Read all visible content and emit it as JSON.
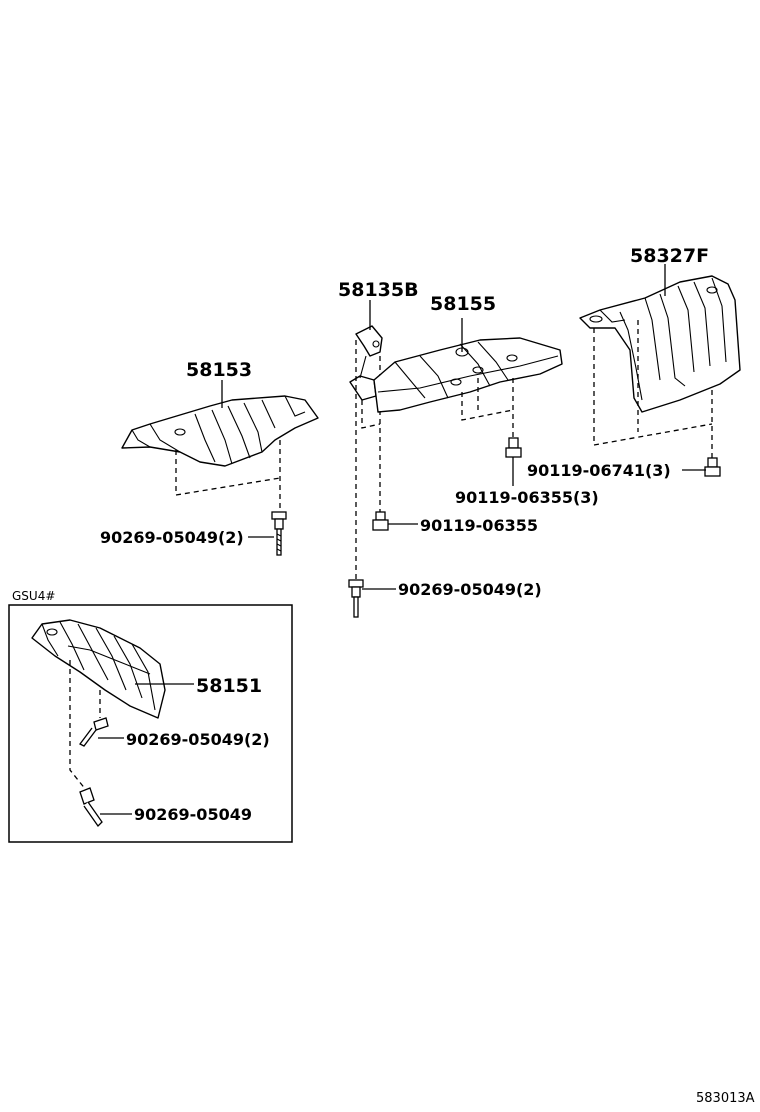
{
  "parts": {
    "p58153": "58153",
    "p58135b": "58135B",
    "p58155": "58155",
    "p58327f": "58327F",
    "p58151": "58151"
  },
  "fasteners": {
    "f_90269_05049_2_a": "90269-05049(2)",
    "f_90119_06355": "90119-06355",
    "f_90119_06355_3": "90119-06355(3)",
    "f_90119_06741_3": "90119-06741(3)",
    "f_90269_05049_2_b": "90269-05049(2)",
    "f_90269_05049_2_c": "90269-05049(2)",
    "f_90269_05049": "90269-05049"
  },
  "inset": {
    "label": "GSU4#"
  },
  "reference_code": "583013A"
}
